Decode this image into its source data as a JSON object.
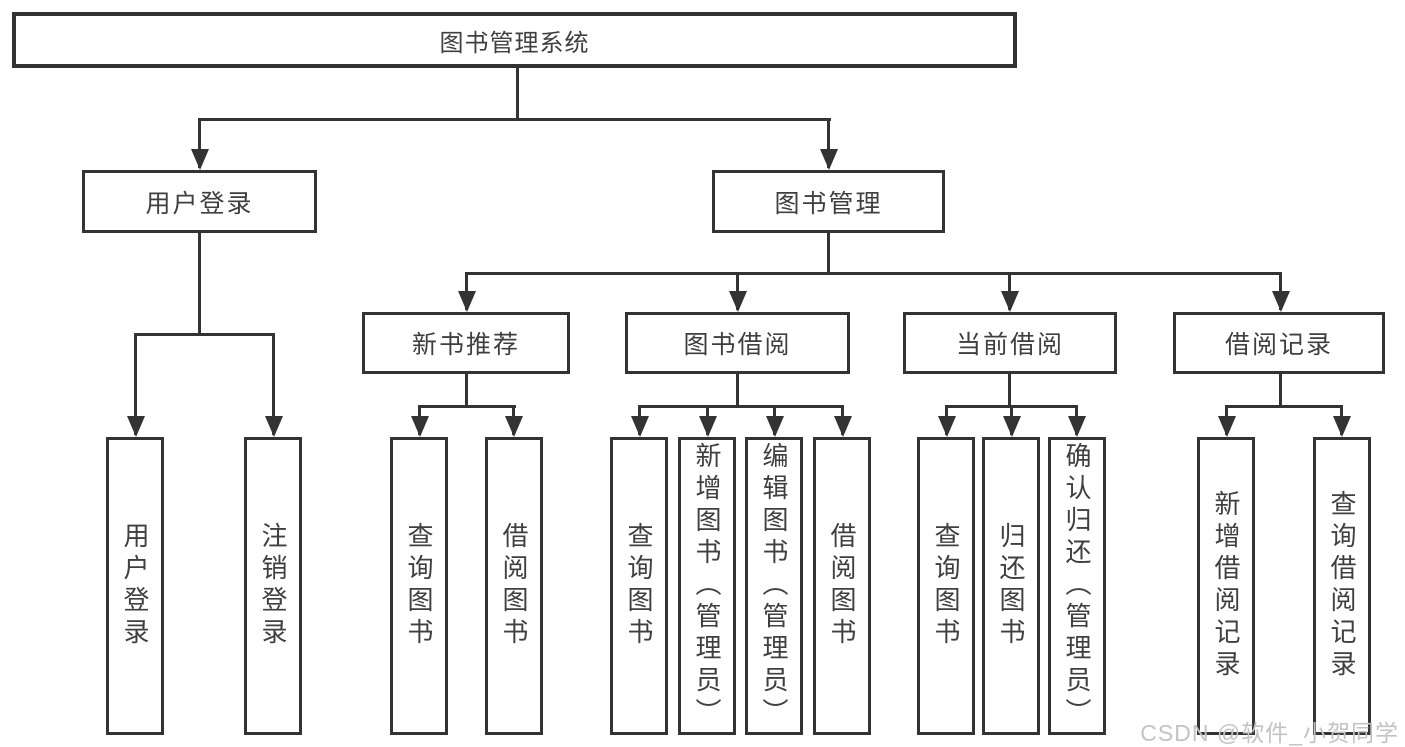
{
  "title": "图书管理系统",
  "watermark": "CSDN @软件_小贺同学",
  "colors": {
    "line": "#333333",
    "text": "#3f3f3f",
    "background": "#ffffff",
    "watermark": "#c3c3c3"
  },
  "nodes": {
    "root": {
      "label": "图书管理系统"
    },
    "user_login": {
      "label": "用户登录"
    },
    "book_mgmt": {
      "label": "图书管理"
    },
    "new_book": {
      "label": "新书推荐"
    },
    "book_borrow": {
      "label": "图书借阅"
    },
    "current_borrow": {
      "label": "当前借阅"
    },
    "borrow_records": {
      "label": "借阅记录"
    },
    "leaf_user_login": {
      "label": "用户登录"
    },
    "leaf_logout": {
      "label": "注销登录"
    },
    "leaf_nb_query": {
      "label": "查询图书"
    },
    "leaf_nb_borrow": {
      "label": "借阅图书"
    },
    "leaf_bb_query": {
      "label": "查询图书"
    },
    "leaf_bb_add": {
      "label": "新增图书（管理员）"
    },
    "leaf_bb_edit": {
      "label": "编辑图书（管理员）"
    },
    "leaf_bb_borrow": {
      "label": "借阅图书"
    },
    "leaf_cb_query": {
      "label": "查询图书"
    },
    "leaf_cb_return": {
      "label": "归还图书"
    },
    "leaf_cb_confirm": {
      "label": "确认归还（管理员）"
    },
    "leaf_br_add": {
      "label": "新增借阅记录"
    },
    "leaf_br_query": {
      "label": "查询借阅记录"
    }
  },
  "tree": {
    "图书管理系统": {
      "用户登录": [
        "用户登录",
        "注销登录"
      ],
      "图书管理": {
        "新书推荐": [
          "查询图书",
          "借阅图书"
        ],
        "图书借阅": [
          "查询图书",
          "新增图书（管理员）",
          "编辑图书（管理员）",
          "借阅图书"
        ],
        "当前借阅": [
          "查询图书",
          "归还图书",
          "确认归还（管理员）"
        ],
        "借阅记录": [
          "新增借阅记录",
          "查询借阅记录"
        ]
      }
    }
  }
}
